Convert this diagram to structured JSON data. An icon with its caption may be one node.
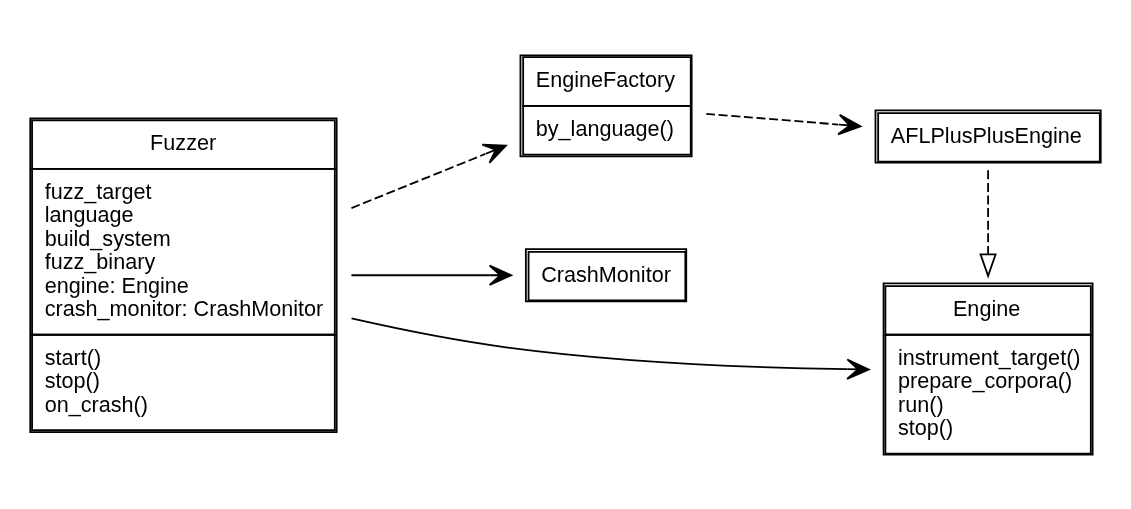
{
  "diagram": {
    "nodes": [
      {
        "text": [
          "Fuzzer",
          "fuzz_target",
          "language",
          "build_system",
          "fuzz_binary",
          "engine: Engine",
          "crash_monitor: CrashMonitor",
          "start()",
          "stop()",
          "on_crash()"
        ]
      },
      {
        "text": [
          "Engine",
          "instrument_target()",
          "prepare_corpora()",
          "run()",
          "stop()"
        ]
      },
      {
        "text": [
          "CrashMonitor"
        ]
      },
      {
        "text": [
          "EngineFactory",
          "by_language()"
        ]
      },
      {
        "text": [
          "AFLPlusPlusEngine"
        ]
      }
    ],
    "edges": [
      {
        "from": 0,
        "to": 1,
        "arrow": "to"
      },
      {
        "from": 0,
        "to": 2,
        "arrow": "to"
      },
      {
        "from": 0,
        "to": 3,
        "arrow": "to",
        "style": "dashed"
      },
      {
        "from": 3,
        "to": 4,
        "arrow": "to",
        "style": "dashed"
      },
      {
        "from": 4,
        "to": 1,
        "arrow": "to",
        "style": "dashed"
      }
    ]
  }
}
